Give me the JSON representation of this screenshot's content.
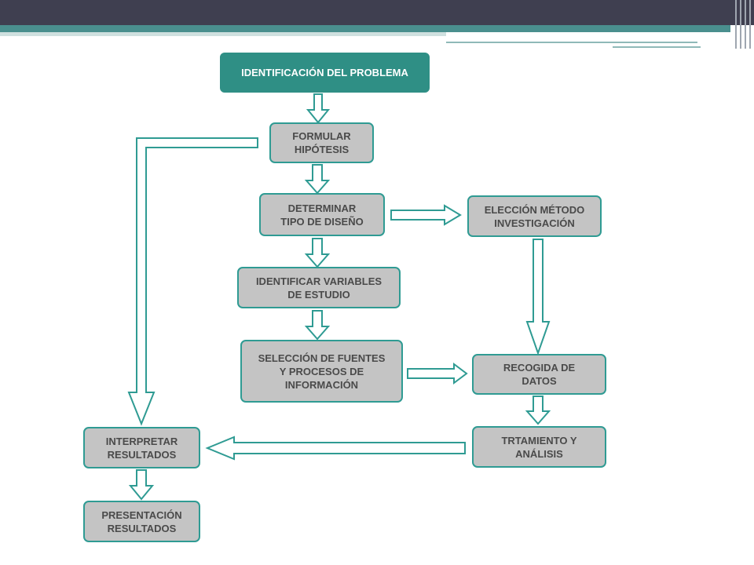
{
  "diagram": {
    "nodes": {
      "problema": "IDENTIFICACIÓN DEL PROBLEMA",
      "hipotesis": "FORMULAR\nHIPÓTESIS",
      "diseno": "DETERMINAR\nTIPO DE DISEÑO",
      "metodo": "ELECCIÓN MÉTODO\nINVESTIGACIÓN",
      "variables": "IDENTIFICAR VARIABLES\nDE ESTUDIO",
      "fuentes": "SELECCIÓN DE FUENTES\nY PROCESOS DE\nINFORMACIÓN",
      "recogida": "RECOGIDA DE\nDATOS",
      "tratamiento": "TRTAMIENTO Y\nANÁLISIS",
      "interpretar": "INTERPRETAR\nRESULTADOS",
      "presentacion": "PRESENTACIÓN\nRESULTADOS"
    },
    "colors": {
      "title_fill": "#2f8f85",
      "box_fill": "#c4c4c4",
      "border": "#2f9b93",
      "arrow_outline": "#2f9b93",
      "header_bar": "#3f3f50",
      "accent_bar": "#4a8f8e"
    }
  }
}
